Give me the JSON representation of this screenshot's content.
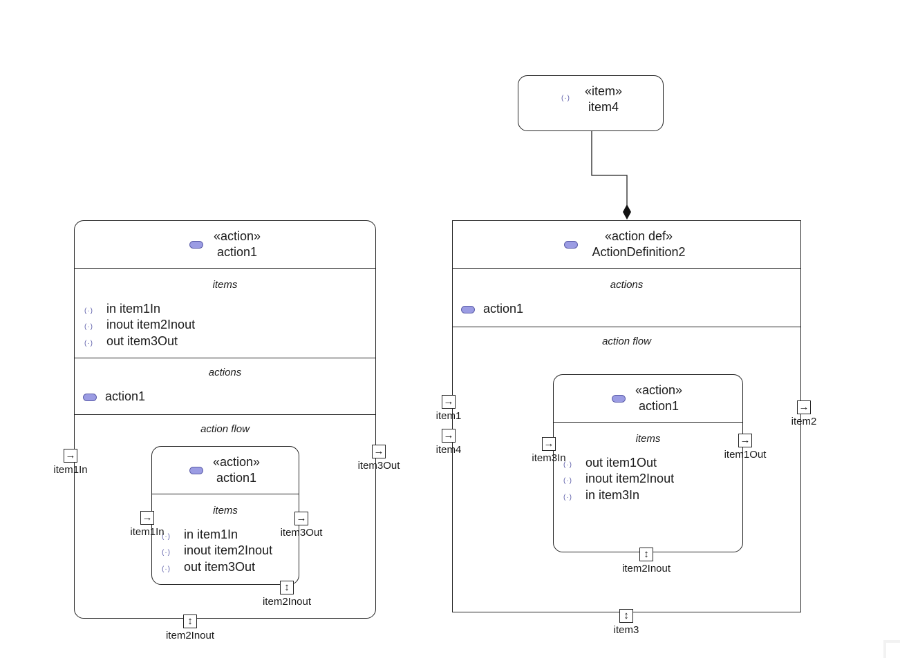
{
  "item4_node": {
    "stereotype": "«item»",
    "name": "item4",
    "icon": "item-icon"
  },
  "left": {
    "stereotype": "«action»",
    "name": "action1",
    "items_title": "items",
    "items": [
      "in item1In",
      "inout item2Inout",
      "out item3Out"
    ],
    "actions_title": "actions",
    "actions": [
      "action1"
    ],
    "flow_title": "action flow",
    "inner": {
      "stereotype": "«action»",
      "name": "action1",
      "items_title": "items",
      "items": [
        "in item1In",
        "inout item2Inout",
        "out item3Out"
      ],
      "ports": {
        "left": "item1In",
        "right": "item3Out",
        "bottom": "item2Inout"
      }
    },
    "ports": {
      "left": "item1In",
      "right": "item3Out",
      "bottom": "item2Inout"
    }
  },
  "right": {
    "stereotype": "«action def»",
    "name": "ActionDefinition2",
    "actions_title": "actions",
    "actions": [
      "action1"
    ],
    "flow_title": "action flow",
    "inner": {
      "stereotype": "«action»",
      "name": "action1",
      "items_title": "items",
      "items": [
        "out item1Out",
        "inout item2Inout",
        "in item3In"
      ],
      "ports": {
        "left": "item3In",
        "right": "item1Out",
        "bottom": "item2Inout"
      }
    },
    "ports": {
      "left1": "item1",
      "left2": "item4",
      "right": "item2",
      "bottom": "item3"
    }
  },
  "colors": {
    "action_pill": "#9b9ce3",
    "stroke": "#222222"
  }
}
